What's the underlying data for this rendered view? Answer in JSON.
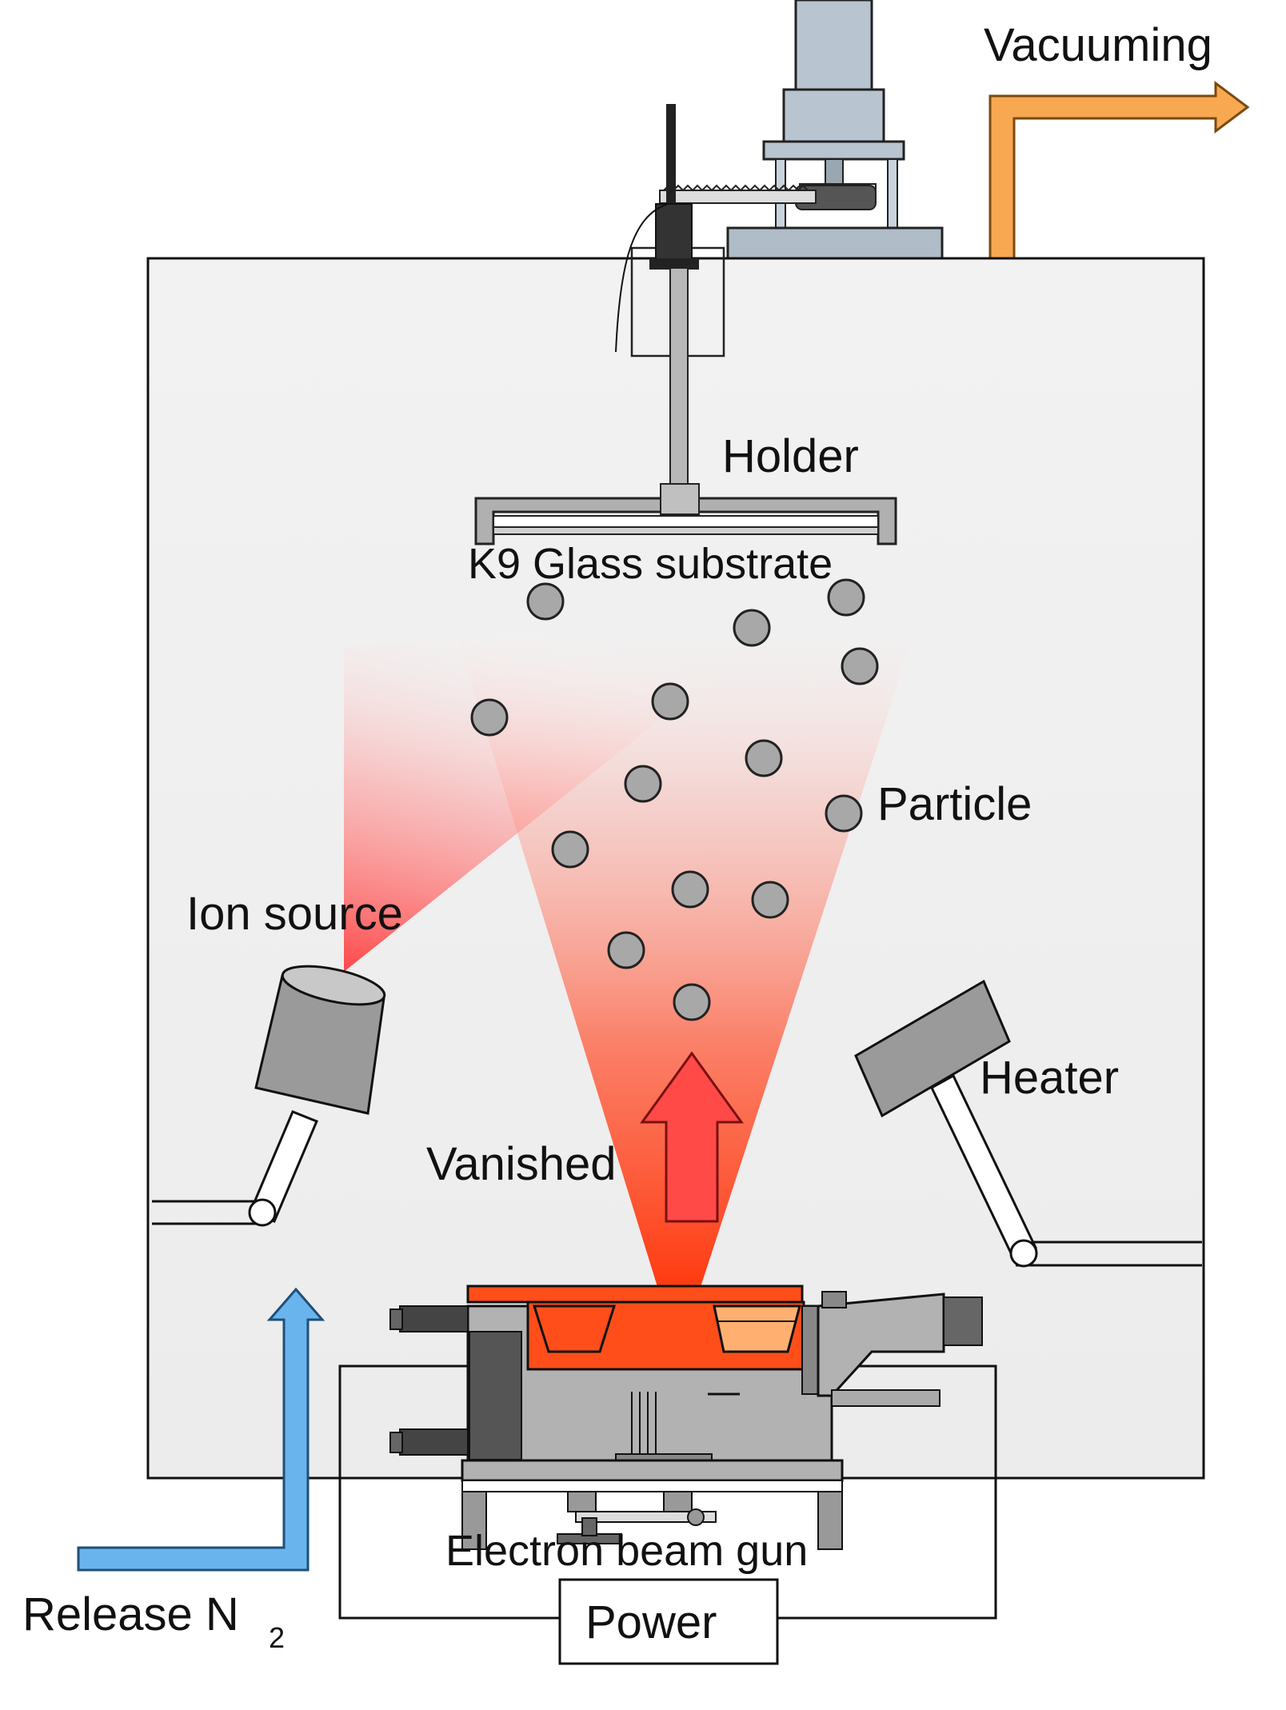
{
  "labels": {
    "vacuuming": "Vacuuming",
    "holder": "Holder",
    "substrate": "K9 Glass substrate",
    "particle": "Particle",
    "ion_source": "Ion source",
    "heater": "Heater",
    "vanished": "Vanished",
    "electron_beam_gun": "Electron beam gun",
    "release_n2_main": "Release N",
    "release_n2_sub": "2",
    "power": "Power"
  },
  "colors": {
    "chamber_fill": "#eeeeee",
    "vacuum_arrow": "#f8a850",
    "n2_arrow": "#6ab4ee",
    "plume": "#ff3010",
    "plume_arrow": "#ff4a48",
    "crucible": "#ff4e1a",
    "particle": "#a8a8a8",
    "metal": "#a0a0a0"
  }
}
